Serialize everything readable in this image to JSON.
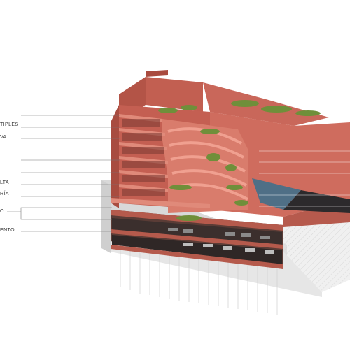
{
  "labels": {
    "l1": "TIPLES",
    "l2": "VA",
    "l3": "LTA",
    "l4": "RÍA",
    "l5": "O",
    "l6": "ENTO"
  },
  "colors": {
    "terracotta": "#c8685a",
    "terracotta_dark": "#9e463b",
    "terracotta_light": "#db8374",
    "ground": "#dcdcdc",
    "garage": "#3a2e2c",
    "plants": "#6f8f3a",
    "glass": "#4f6f86",
    "line": "#777777"
  }
}
